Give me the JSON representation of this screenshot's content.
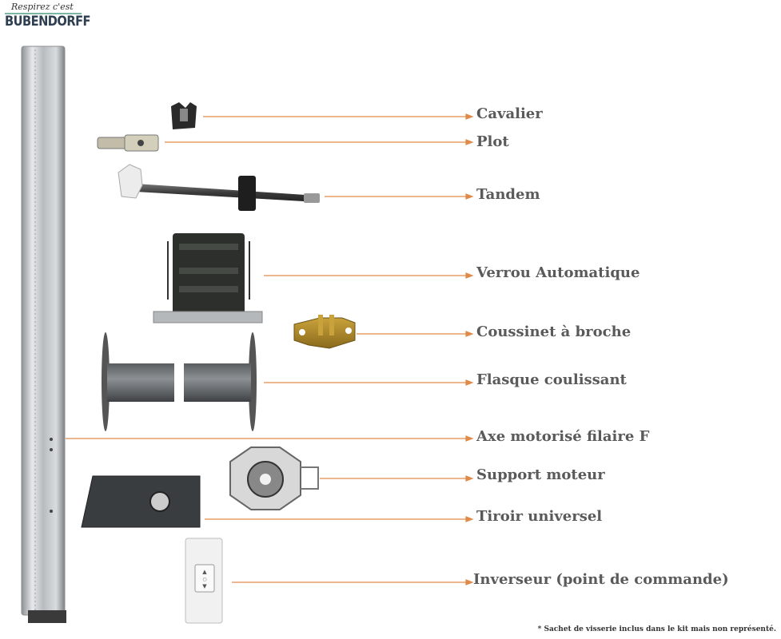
{
  "logo": {
    "tagline": "Respirez c'est",
    "brand": "BUBENDORFF"
  },
  "components": [
    "Cavalier",
    "Plot",
    "Tandem",
    "Verrou Automatique",
    "Coussinet à broche",
    "Flasque coulissant",
    "Axe motorisé filaire F",
    "Support moteur",
    "Tiroir universel",
    "Inverseur (point de commande)"
  ],
  "footnote": "* Sachet de visserie inclus dans le kit mais non représenté.",
  "colors": {
    "leader_line": "#e08a4a",
    "label_text": "#5a5a5a"
  }
}
